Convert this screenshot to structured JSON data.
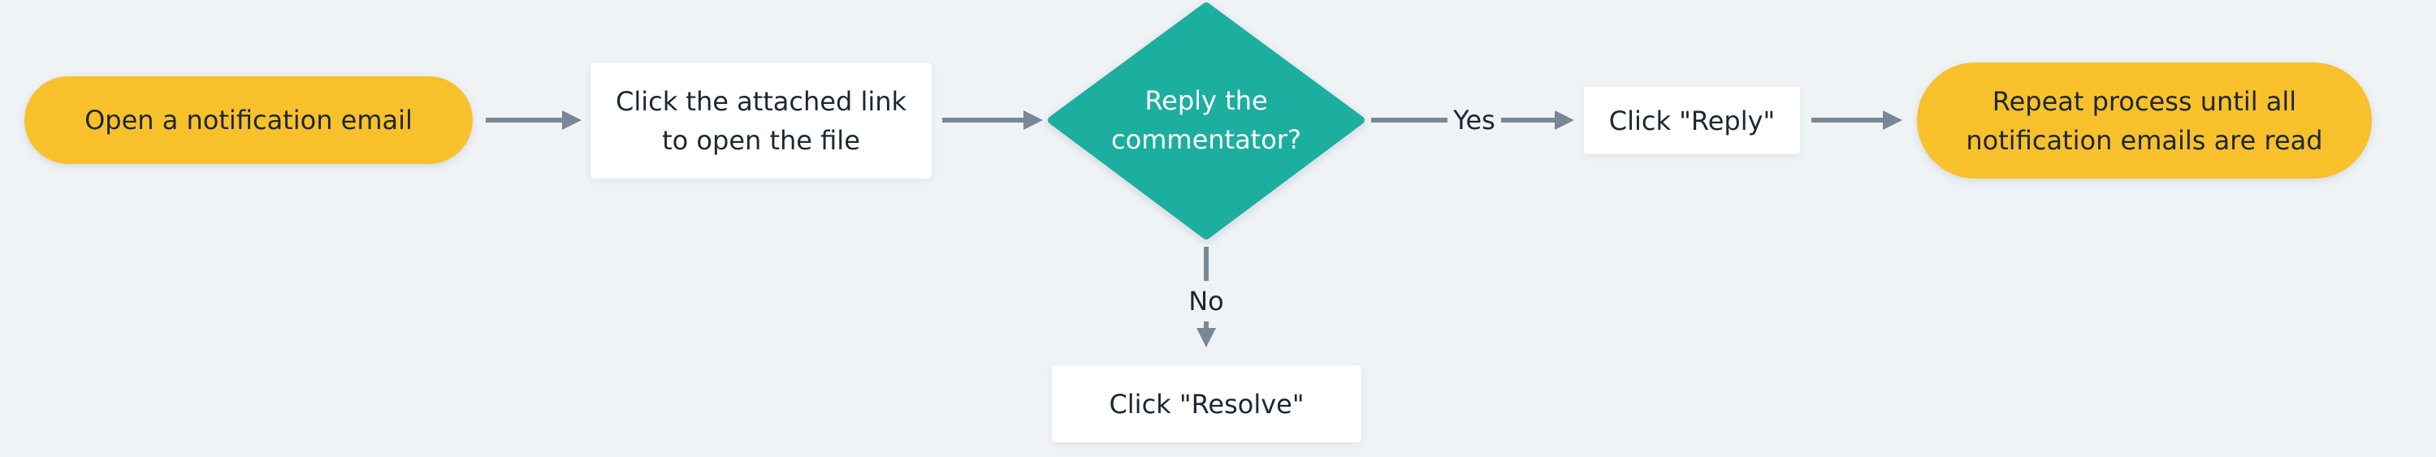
{
  "nodes": {
    "start": {
      "label": "Open a notification email"
    },
    "open_file": {
      "label": "Click the attached link\nto open the file"
    },
    "decision": {
      "label": "Reply the\ncommentator?"
    },
    "reply": {
      "label": "Click \"Reply\""
    },
    "end": {
      "label": "Repeat process until all\nnotification emails are read"
    },
    "resolve": {
      "label": "Click \"Resolve\""
    }
  },
  "edges": {
    "yes_label": "Yes",
    "no_label": "No"
  },
  "colors": {
    "background": "#eff3f6",
    "terminal": "#f8c12c",
    "decision": "#1aae9f",
    "process": "#ffffff",
    "connector": "#788896",
    "text": "#1d2733"
  }
}
